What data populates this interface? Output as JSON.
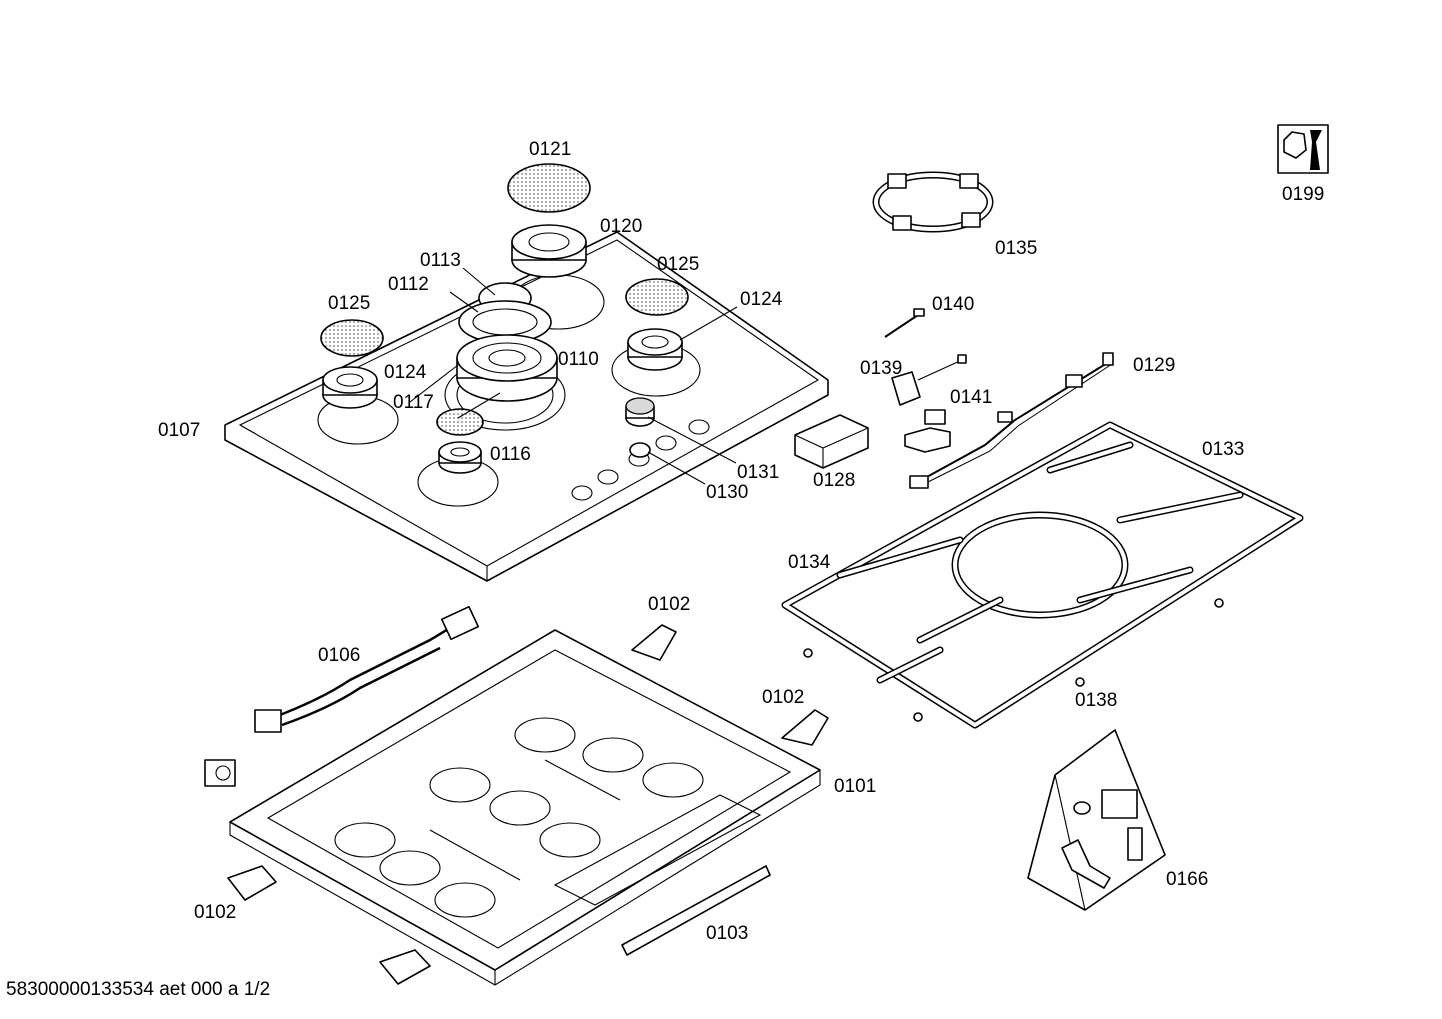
{
  "labels": {
    "l0121": "0121",
    "l0120": "0120",
    "l0113": "0113",
    "l0112": "0112",
    "l0125a": "0125",
    "l0125b": "0125",
    "l0124a": "0124",
    "l0124b": "0124",
    "l0110": "0110",
    "l0117": "0117",
    "l0116": "0116",
    "l0107": "0107",
    "l0131": "0131",
    "l0130": "0130",
    "l0135": "0135",
    "l0140": "0140",
    "l0139": "0139",
    "l0129": "0129",
    "l0141": "0141",
    "l0128": "0128",
    "l0133": "0133",
    "l0134": "0134",
    "l0138": "0138",
    "l0102a": "0102",
    "l0102b": "0102",
    "l0102c": "0102",
    "l0106": "0106",
    "l0101": "0101",
    "l0103": "0103",
    "l0166": "0166",
    "l0199": "0199"
  },
  "footer_text": "58300000133534 aet 000 a 1/2"
}
